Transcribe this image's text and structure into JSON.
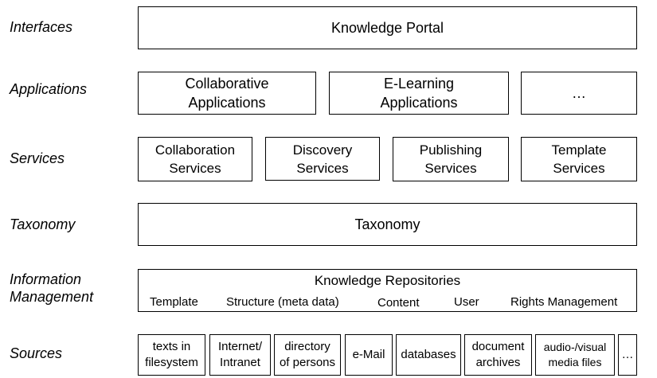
{
  "layers": {
    "interfaces": "Interfaces",
    "applications": "Applications",
    "services": "Services",
    "taxonomy": "Taxonomy",
    "information_management": "Information\nManagement",
    "sources": "Sources"
  },
  "interfaces": {
    "portal": "Knowledge Portal"
  },
  "applications": [
    "Collaborative\nApplications",
    "E-Learning\nApplications",
    "…"
  ],
  "services": [
    "Collaboration\nServices",
    "Discovery\nServices",
    "Publishing\nServices",
    "Template\nServices"
  ],
  "taxonomy": {
    "box": "Taxonomy"
  },
  "information_management": {
    "title": "Knowledge Repositories",
    "items": [
      "Template",
      "Structure (meta data)",
      "Content",
      "User",
      "Rights Management"
    ]
  },
  "sources": [
    "texts in\nfilesystem",
    "Internet/\nIntranet",
    "directory\nof persons",
    "e-Mail",
    "databases",
    "document\narchives",
    "audio-/visual\nmedia files",
    "…"
  ]
}
